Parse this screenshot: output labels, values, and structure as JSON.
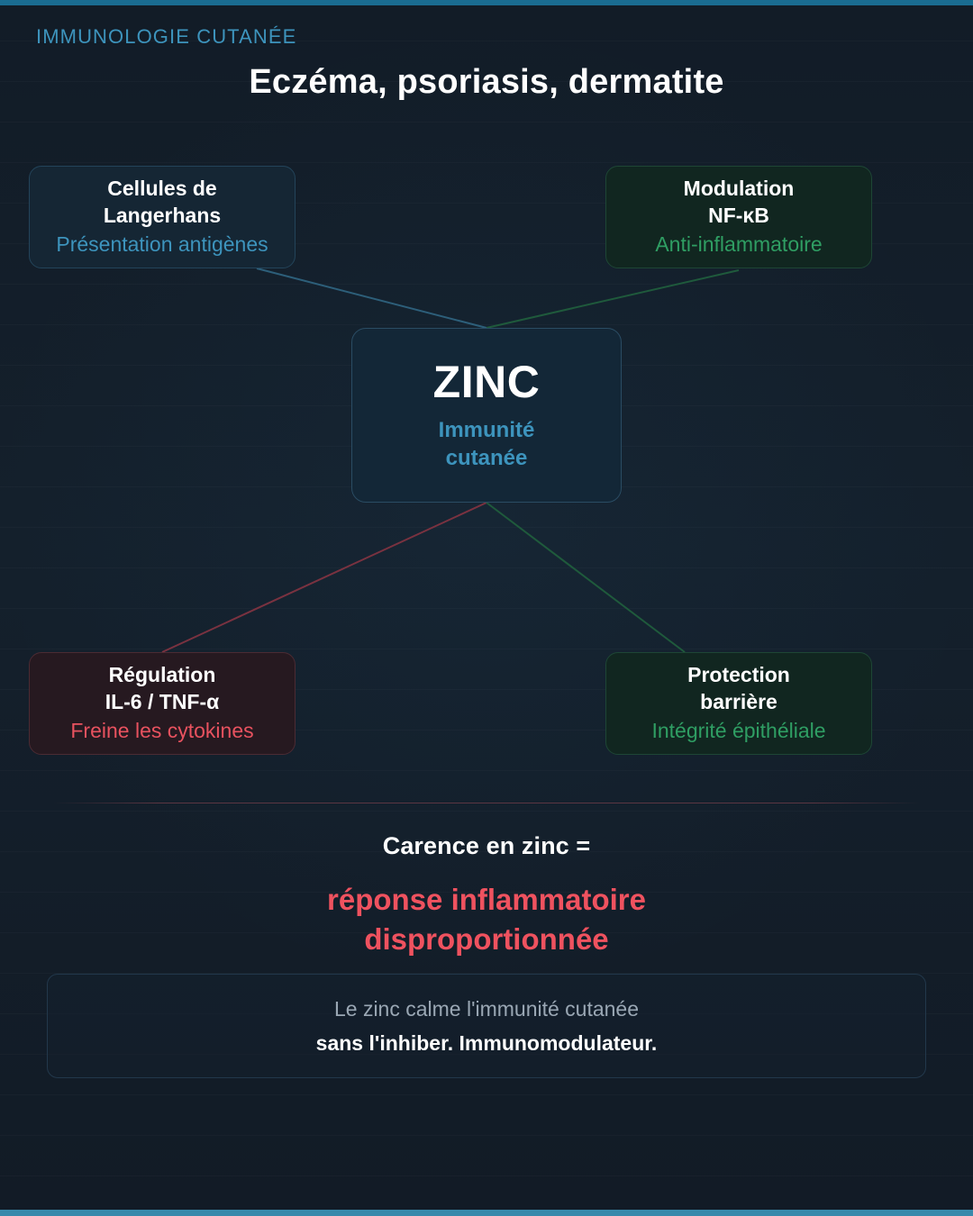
{
  "theme": {
    "background": "#131d29",
    "accent_top": "#1a6c91",
    "accent_bottom": "#3889ab",
    "blue": "#3d94bd",
    "green": "#2f9e63",
    "red": "#ef525f",
    "white": "#ffffff",
    "muted": "#9aa7b4"
  },
  "header": {
    "eyebrow": "IMMUNOLOGIE CUTANÉE",
    "title": "Eczéma, psoriasis, dermatite"
  },
  "center_node": {
    "title": "ZINC",
    "subtitle": "Immunité\ncutanée"
  },
  "nodes": [
    {
      "id": "langerhans",
      "title": "Cellules de\nLangerhans",
      "subtitle": "Présentation antigènes",
      "accent": "#3d94bd",
      "position": "top-left"
    },
    {
      "id": "nfkb",
      "title": "Modulation\nNF-κB",
      "subtitle": "Anti-inflammatoire",
      "accent": "#2f9e63",
      "position": "top-right"
    },
    {
      "id": "il6",
      "title": "Régulation\nIL-6 / TNF-α",
      "subtitle": "Freine les cytokines",
      "accent": "#ef525f",
      "position": "bottom-left"
    },
    {
      "id": "barriere",
      "title": "Protection\nbarrière",
      "subtitle": "Intégrité épithéliale",
      "accent": "#2f9e63",
      "position": "bottom-right"
    }
  ],
  "connectors": [
    {
      "from": "langerhans",
      "to": "zinc",
      "color": "#2d5f7a"
    },
    {
      "from": "nfkb",
      "to": "zinc",
      "color": "#1f5a3c"
    },
    {
      "from": "zinc",
      "to": "il6",
      "color": "#7a3240"
    },
    {
      "from": "zinc",
      "to": "barriere",
      "color": "#1f5a3c"
    }
  ],
  "conclusion": {
    "lead": "Carence en zinc =",
    "highlight": "réponse inflammatoire\ndisproportionnée"
  },
  "footer": {
    "line_1": "Le zinc calme l'immunité cutanée",
    "line_2": "sans l'inhiber. Immunomodulateur."
  }
}
